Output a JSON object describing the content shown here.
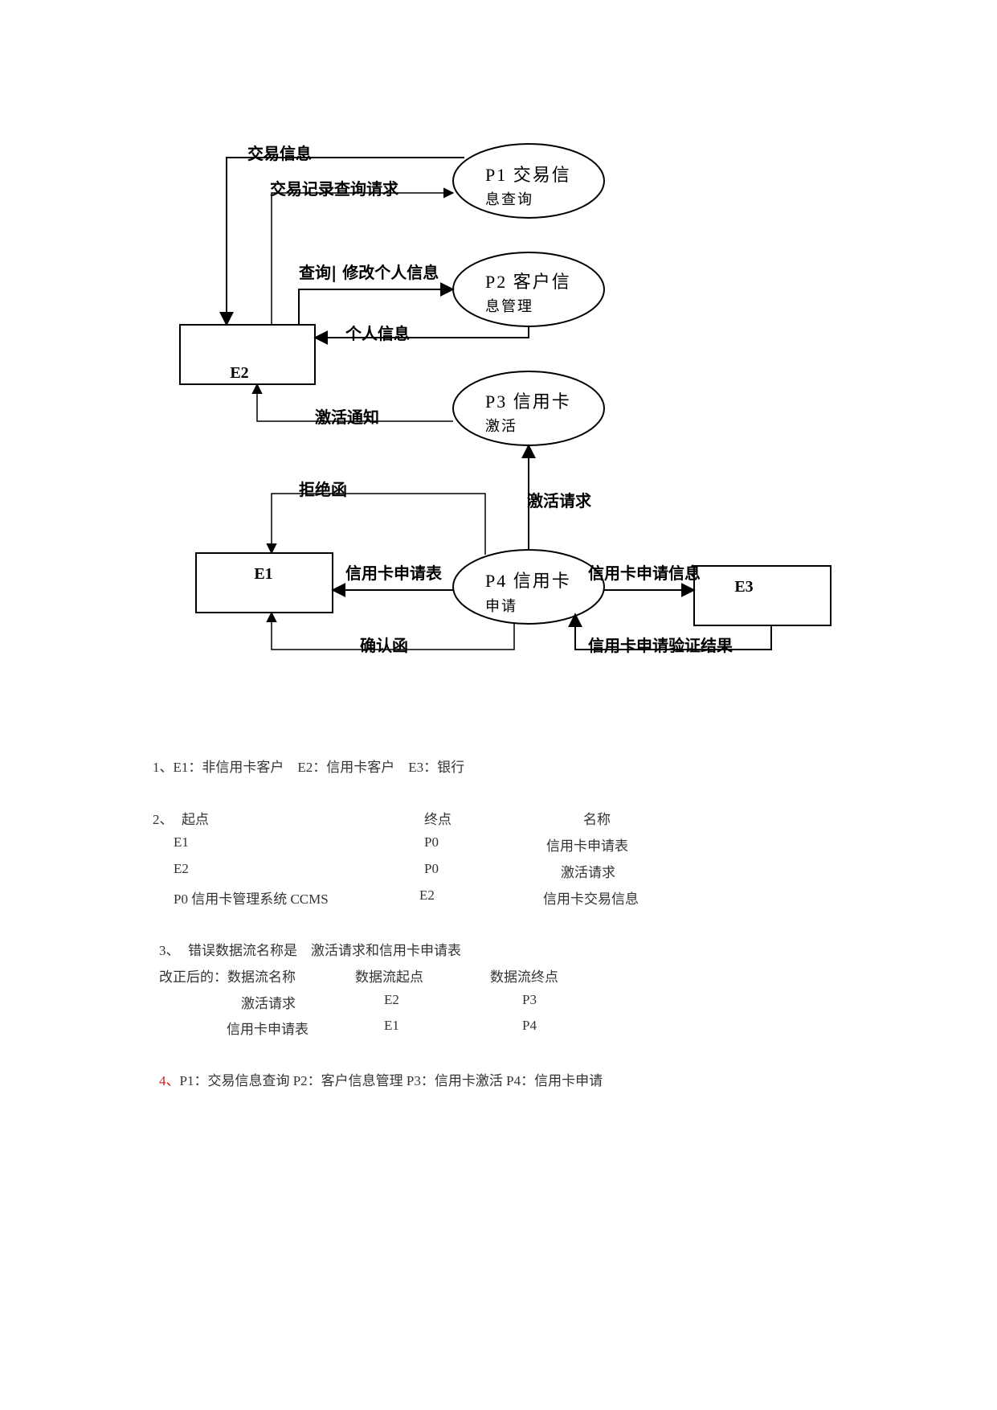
{
  "diagram": {
    "entities": {
      "e1": "E1",
      "e2": "E2",
      "e3": "E3"
    },
    "processes": {
      "p1": {
        "line1": "P1 交易信",
        "line2": "息查询"
      },
      "p2": {
        "line1": "P2 客户信",
        "line2": "息管理"
      },
      "p3": {
        "line1": "P3 信用卡",
        "line2": "激活"
      },
      "p4": {
        "line1": "P4 信用卡",
        "line2": "申请"
      }
    },
    "flows": {
      "transaction_info": "交易信息",
      "record_query_request": "交易记录查询请求",
      "query_modify_info": "查询| 修改个人信息",
      "personal_info": "个人信息",
      "activation_notice": "激活通知",
      "rejection_letter": "拒绝函",
      "activation_request": "激活请求",
      "application_form": "信用卡申请表",
      "application_info": "信用卡申请信息",
      "confirmation_letter": "确认函",
      "verification_result": "信用卡申请验证结果"
    }
  },
  "answers": {
    "q1": "1、E1：非信用卡客户　E2：信用卡客户　E3：银行",
    "q2": {
      "num": "2、",
      "headers": [
        "起点",
        "终点",
        "名称"
      ],
      "rows": [
        [
          "E1",
          "P0",
          "信用卡申请表"
        ],
        [
          "E2",
          "P0",
          "激活请求"
        ],
        [
          "P0  信用卡管理系统  CCMS",
          "E2",
          "信用卡交易信息"
        ]
      ]
    },
    "q3": {
      "line1_num": "3、",
      "line1_text": "错误数据流名称是　激活请求和信用卡申请表",
      "line2_prefix": "改正后的：数据流名称",
      "line2_col2": "数据流起点",
      "line2_col3": "数据流终点",
      "rows": [
        [
          "激活请求",
          "E2",
          "P3"
        ],
        [
          "信用卡申请表",
          "E1",
          "P4"
        ]
      ]
    },
    "q4": {
      "num": "4、",
      "text": "P1：交易信息查询 P2：客户信息管理 P3：信用卡激活 P4：信用卡申请"
    }
  }
}
